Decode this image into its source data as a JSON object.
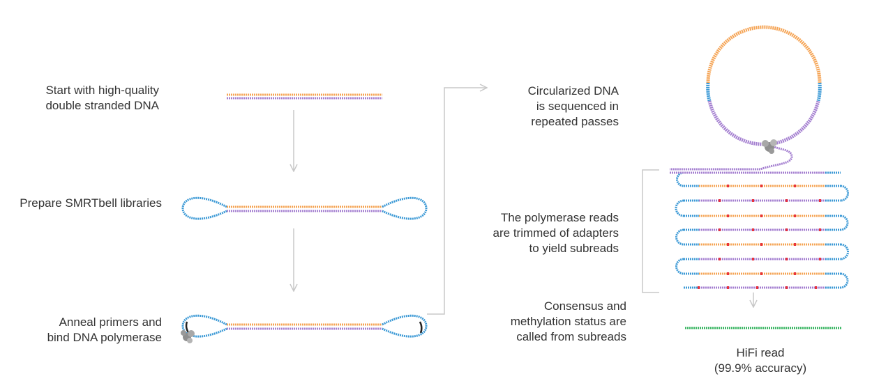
{
  "steps": {
    "start": "Start with high-quality\ndouble stranded DNA",
    "prepare": "Prepare SMRTbell libraries",
    "anneal": "Anneal primers and\nbind DNA polymerase",
    "circularized": "Circularized DNA\nis sequenced in\nrepeated passes",
    "trimmed": "The polymerase reads\nare trimmed of adapters\nto yield subreads",
    "consensus": "Consensus and\nmethylation status are\ncalled from subreads",
    "hifi": "HiFi read\n(99.9% accuracy)"
  },
  "colors": {
    "strand_top": "#f5a455",
    "strand_bottom": "#a47fd0",
    "adapter": "#3d9ad6",
    "hifi": "#2fb15a",
    "error": "#e8323b",
    "arrow": "#c8c8c8",
    "polymerase": "#8e8e8e"
  }
}
